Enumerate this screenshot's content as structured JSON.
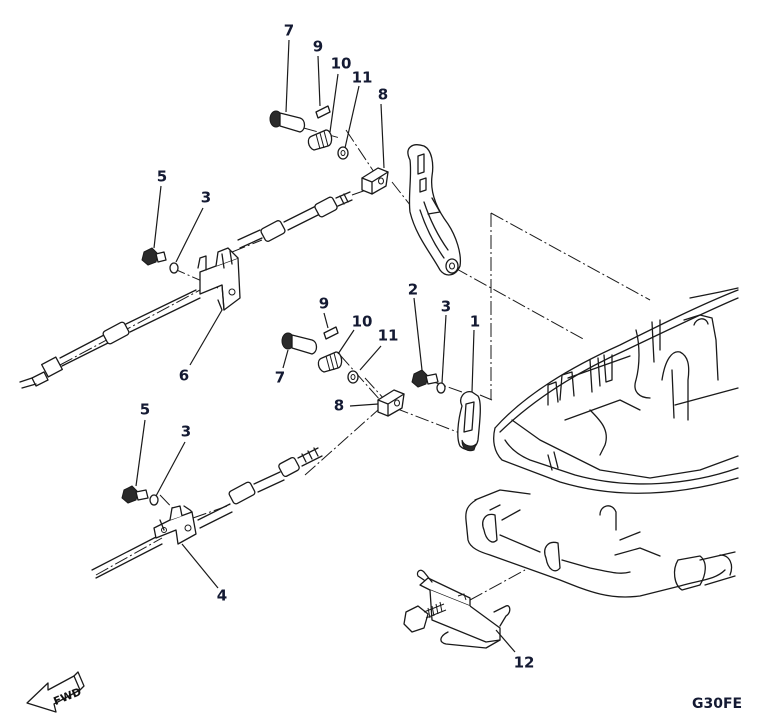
{
  "diagram": {
    "type": "exploded-parts-diagram",
    "subject": "Outboard remote control cable attachment",
    "diagram_code": "G30FE",
    "direction_indicator": {
      "icon": "fwd-arrow-icon",
      "text": "FWD"
    },
    "callouts": [
      {
        "id": "c7a",
        "label": "7",
        "part": "pin (upper)"
      },
      {
        "id": "c9a",
        "label": "9",
        "part": "pin (upper)"
      },
      {
        "id": "c10a",
        "label": "10",
        "part": "spring (upper)"
      },
      {
        "id": "c11a",
        "label": "11",
        "part": "washer (upper)"
      },
      {
        "id": "c8a",
        "label": "8",
        "part": "cable joint (upper)"
      },
      {
        "id": "c5a",
        "label": "5",
        "part": "bolt (upper)"
      },
      {
        "id": "c3a",
        "label": "3",
        "part": "washer (upper)"
      },
      {
        "id": "c6",
        "label": "6",
        "part": "cable bracket (upper)"
      },
      {
        "id": "c9b",
        "label": "9",
        "part": "pin (lower)"
      },
      {
        "id": "c10b",
        "label": "10",
        "part": "spring (lower)"
      },
      {
        "id": "c11b",
        "label": "11",
        "part": "washer (lower)"
      },
      {
        "id": "c7b",
        "label": "7",
        "part": "pin (lower)"
      },
      {
        "id": "c2",
        "label": "2",
        "part": "bolt"
      },
      {
        "id": "c3b",
        "label": "3",
        "part": "washer (middle)"
      },
      {
        "id": "c1",
        "label": "1",
        "part": "lever"
      },
      {
        "id": "c8b",
        "label": "8",
        "part": "cable joint (lower)"
      },
      {
        "id": "c5b",
        "label": "5",
        "part": "bolt (lower)"
      },
      {
        "id": "c3c",
        "label": "3",
        "part": "washer (lower)"
      },
      {
        "id": "c4",
        "label": "4",
        "part": "cable bracket (lower)"
      },
      {
        "id": "c12",
        "label": "12",
        "part": "cable clamp"
      }
    ]
  }
}
